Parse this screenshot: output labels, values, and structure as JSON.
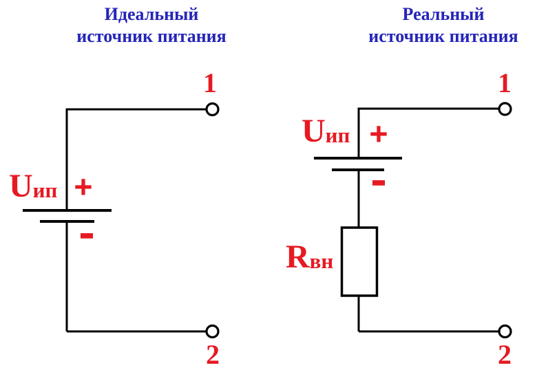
{
  "diagram": {
    "colors": {
      "title_blue": "#2525b8",
      "label_red": "#e61a23",
      "wire_black": "#000000",
      "background": "#ffffff"
    },
    "left": {
      "title_line1": "Идеальный",
      "title_line2": "источник питания",
      "terminal_top_label": "1",
      "terminal_bottom_label": "2",
      "voltage_label_main": "U",
      "voltage_label_sub": "ип",
      "plus_sign": "+",
      "minus_sign": "-"
    },
    "right": {
      "title_line1": "Реальный",
      "title_line2": "источник питания",
      "terminal_top_label": "1",
      "terminal_bottom_label": "2",
      "voltage_label_main": "U",
      "voltage_label_sub": "ип",
      "plus_sign": "+",
      "minus_sign": "-",
      "resistor_label_main": "R",
      "resistor_label_sub": "вн"
    }
  }
}
